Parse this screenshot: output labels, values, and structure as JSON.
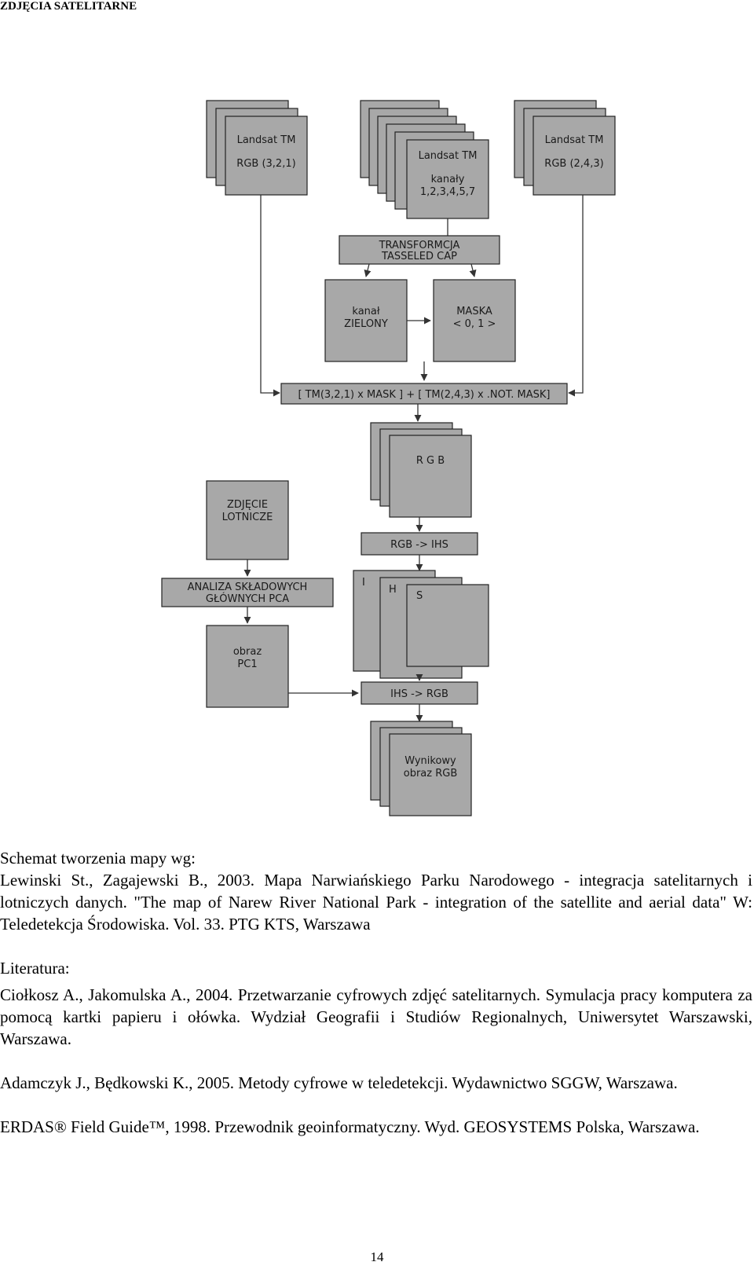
{
  "header": {
    "title": "ZDJĘCIA SATELITARNE"
  },
  "diagram": {
    "landsat_left": [
      "Landsat TM",
      "RGB (3,2,1)"
    ],
    "landsat_center": [
      "Landsat TM",
      "kanały",
      "1,2,3,4,5,7"
    ],
    "landsat_right": [
      "Landsat TM",
      "RGB (2,4,3)"
    ],
    "tasseled": [
      "TRANSFORMCJA",
      "TASSELED CAP"
    ],
    "green": [
      "kanał",
      "ZIELONY"
    ],
    "mask": [
      "MASKA",
      "< 0, 1 >"
    ],
    "formula": "[ TM(3,2,1) x MASK ] + [ TM(2,4,3) x .NOT. MASK]",
    "rgb": "R G B",
    "rgb_ihs": "RGB -> IHS",
    "aerial": [
      "ZDJĘCIE",
      "LOTNICZE"
    ],
    "pca": [
      "ANALIZA SKŁADOWYCH",
      "GŁÓWNYCH PCA"
    ],
    "pc1": [
      "obraz",
      "PC1"
    ],
    "ihs_i": "I",
    "ihs_h": "H",
    "ihs_s": "S",
    "ihs_rgb": "IHS -> RGB",
    "result": [
      "Wynikowy",
      "obraz RGB"
    ]
  },
  "caption": {
    "line1": "Schemat tworzenia mapy wg:",
    "text": "Lewinski St., Zagajewski B., 2003. Mapa Narwiańskiego Parku Narodowego - integracja satelitarnych i lotniczych danych. \"The map of Narew River National Park - integration of the satellite and aerial data\" W: Teledetekcja Środowiska. Vol. 33. PTG KTS, Warszawa"
  },
  "literature": {
    "heading": "Literatura:",
    "refs": [
      "Ciołkosz A., Jakomulska A., 2004. Przetwarzanie cyfrowych zdjęć satelitarnych. Symulacja pracy komputera za pomocą kartki papieru i ołówka. Wydział Geografii i Studiów Regionalnych, Uniwersytet Warszawski, Warszawa.",
      "Adamczyk J., Będkowski K., 2005. Metody cyfrowe w teledetekcji. Wydawnictwo SGGW, Warszawa.",
      "ERDAS® Field Guide™, 1998. Przewodnik geoinformatyczny. Wyd. GEOSYSTEMS Polska, Warszawa."
    ]
  },
  "footer": {
    "page_number": "14"
  }
}
